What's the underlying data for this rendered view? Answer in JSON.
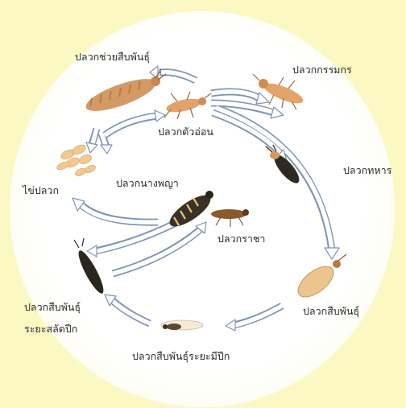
{
  "diagram": {
    "stages": {
      "nymph": "ปลวกตัวอ่อน",
      "supplementary_reproductive": "ปลวกช่วยสืบพันธุ์",
      "worker": "ปลวกกรรมกร",
      "soldier": "ปลวกทหาร",
      "egg": "ไข่ปลวก",
      "queen": "ปลวกนางพญา",
      "king": "ปลวกราชา",
      "reproductive": "ปลวกสืบพันธุ์",
      "winged_reproductive": "ปลวกสืบพันธุ์ระยะมีปีก",
      "dealate_reproductive_line1": "ปลวกสืบพันธุ์",
      "dealate_reproductive_line2": "ระยะสลัดปีก"
    },
    "colors": {
      "background": "#fbf8c4",
      "disc": "#ffffff",
      "arrow_fill": "#ffffff",
      "arrow_outline": "#7e94b8",
      "label_text": "#2a2a2a"
    }
  }
}
